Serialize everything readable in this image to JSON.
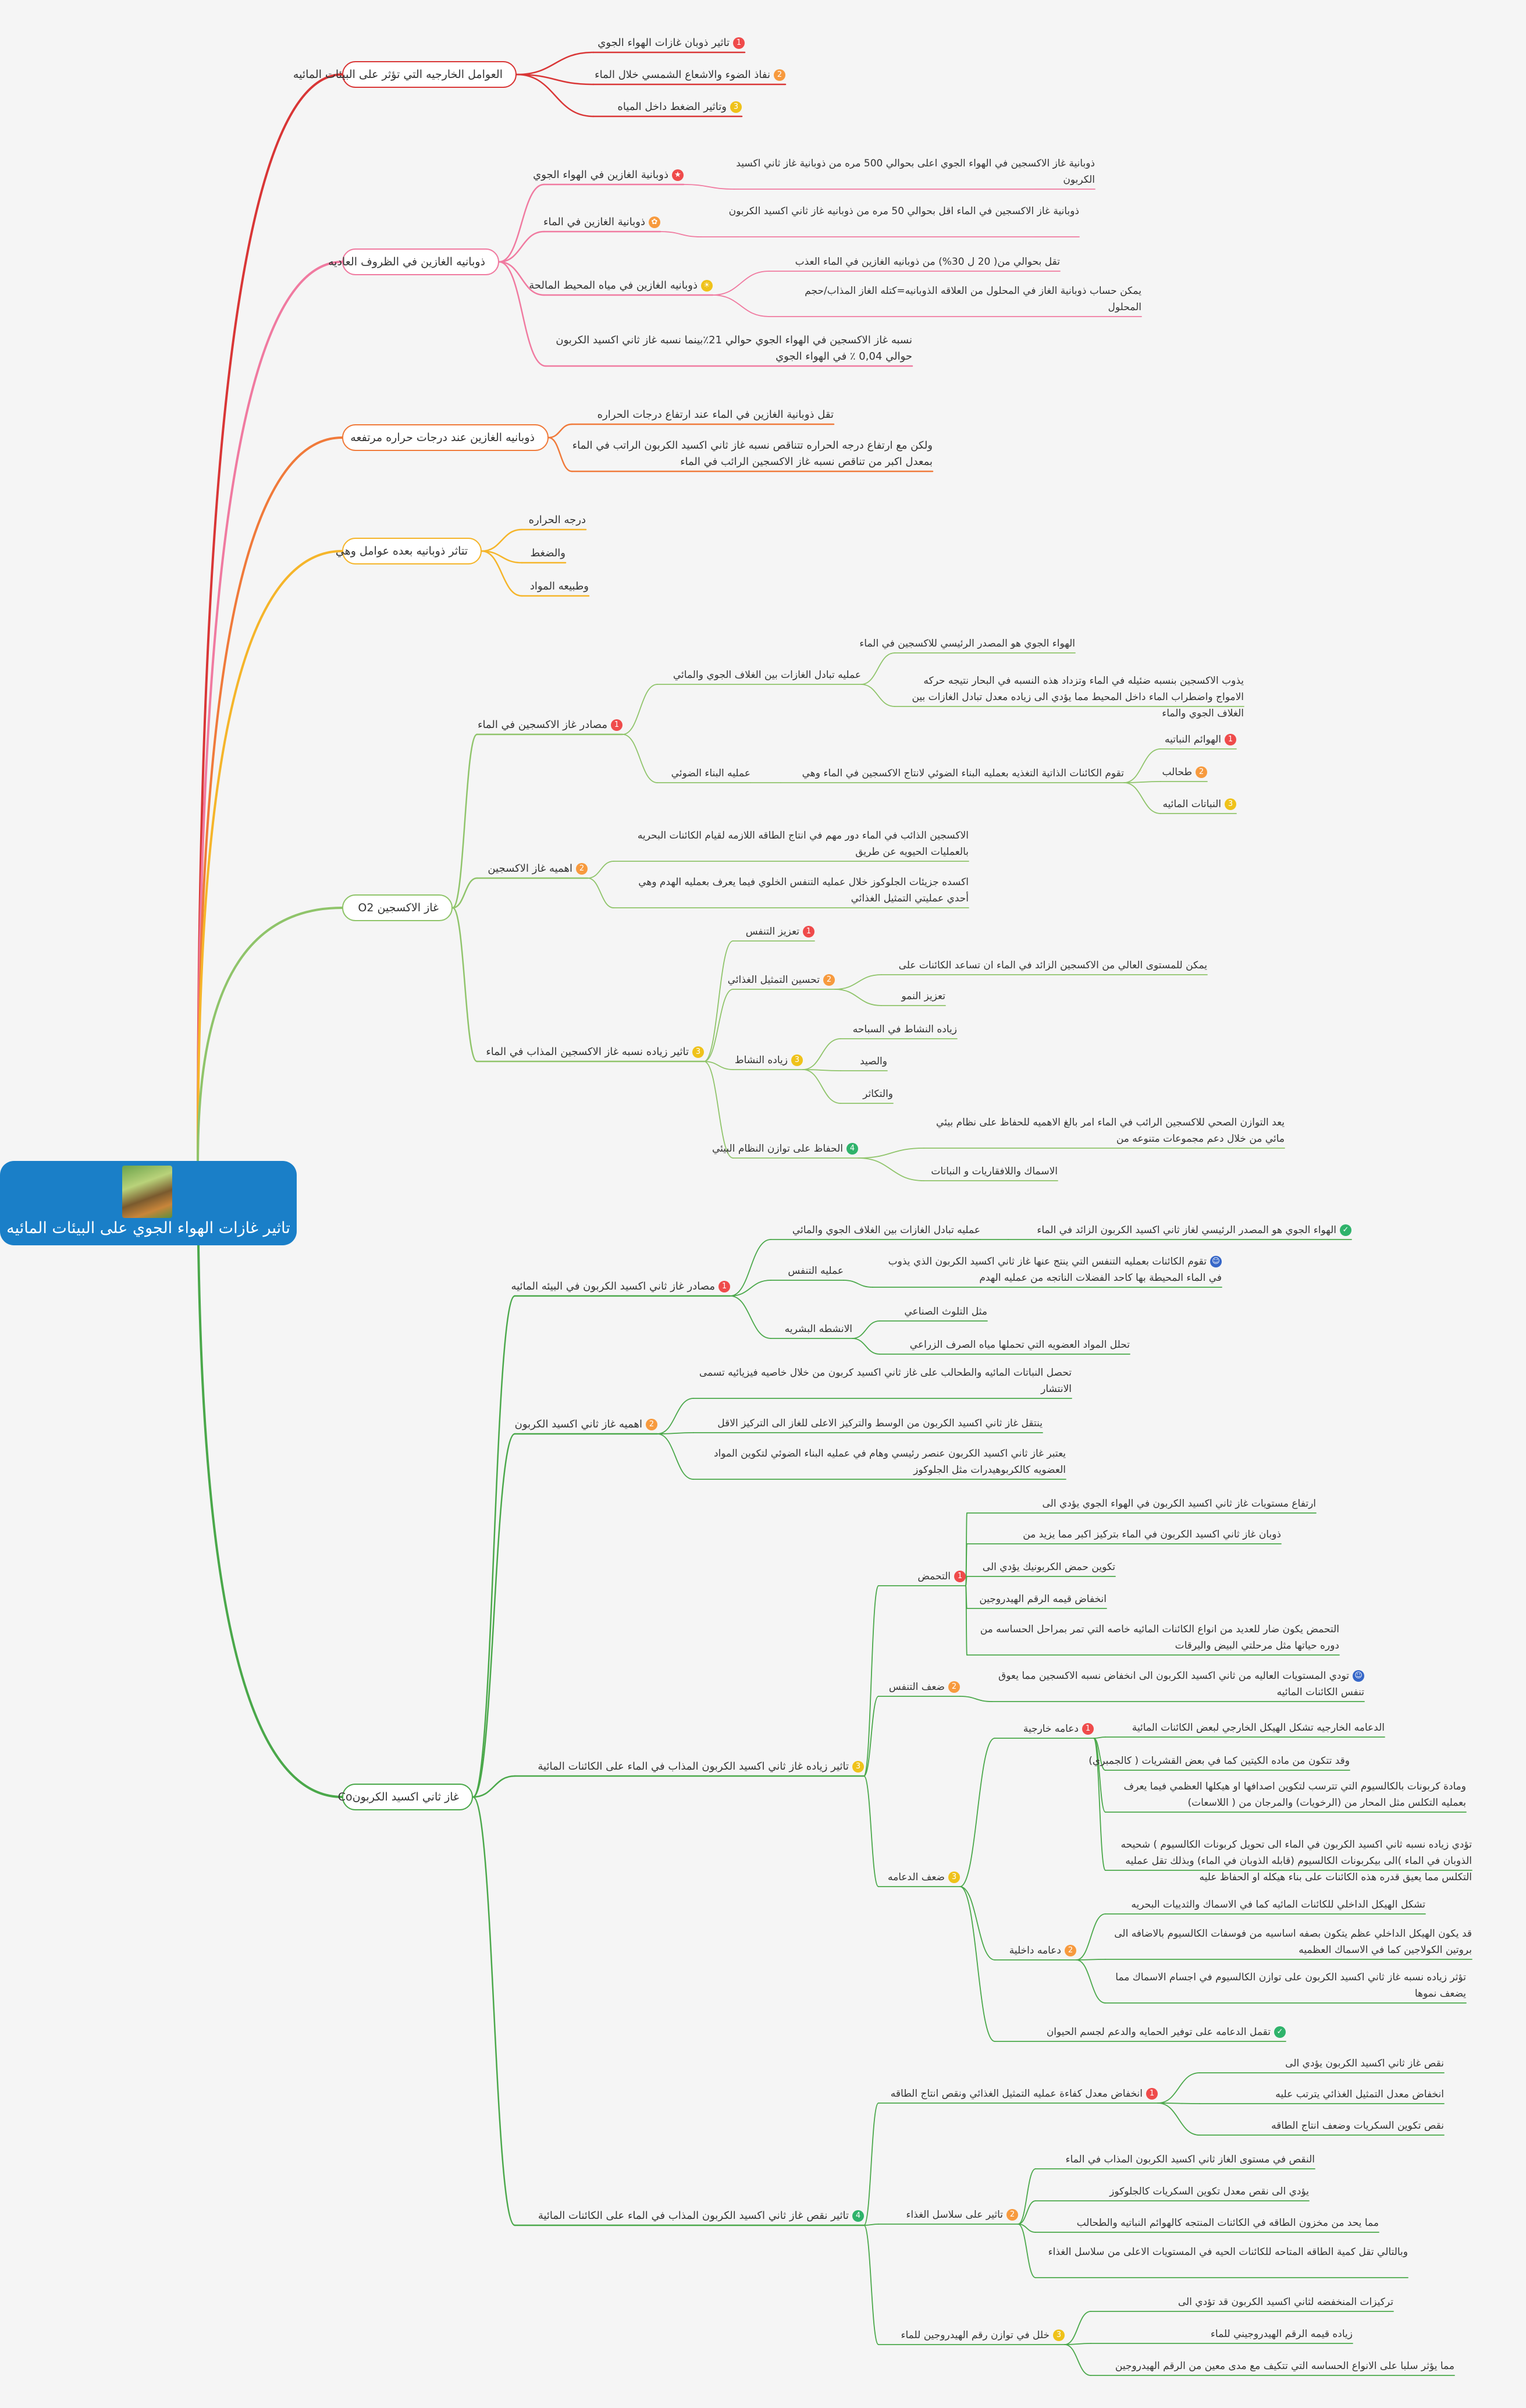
{
  "root": {
    "title": "تاثير غازات الهواء الجوي على البيئات المائيه",
    "image_icon": "butterfly-photo",
    "color": "#1a7fc8"
  },
  "badge_colors": {
    "1": "#ef4b4b",
    "2": "#f79a3e",
    "3": "#efc21a",
    "4": "#2fb36b",
    "star": "#ef4b4b",
    "flower": "#f79a3e",
    "sun": "#efc21a",
    "check": "#2fb36b",
    "person": "#3566c8"
  },
  "branches": [
    {
      "label": "العوامل الخارجيه التي تؤثر على البيئات المائيه",
      "color": "#d93636",
      "children": [
        {
          "badge": "1",
          "label": "تاثير ذوبان غازات الهواء الجوي"
        },
        {
          "badge": "2",
          "label": "نفاذ الضوء والاشعاع الشمسي خلال الماء"
        },
        {
          "badge": "3",
          "label": "وتاثير الضغط داخل المياه"
        }
      ]
    },
    {
      "label": "ذوبانيه الغازين في الظروف العاديه",
      "color": "#f07aa0",
      "children": [
        {
          "badge": "star",
          "label": "ذوبانية الغازين في الهواء الجوي",
          "children": [
            {
              "label": "ذوبانية غاز الاكسجين في الهواء الجوي اعلى بحوالي 500 مره من ذوبانية غاز ثاني اكسيد الكربون"
            }
          ]
        },
        {
          "badge": "flower",
          "label": "ذوبانية الغازين في الماء",
          "children": [
            {
              "label": "ذوبانية غاز الاكسجين في الماء اقل بحوالي 50 مره من ذوبانيه غاز ثاني اكسيد الكربون"
            }
          ]
        },
        {
          "badge": "sun",
          "label": "ذوبانيه الغازين في مياه المحيط المالحة",
          "children": [
            {
              "label": "تقل بحوالي من( 20 ل 30%) من ذوبانيه الغازين في الماء العذب"
            },
            {
              "label": "يمكن حساب ذوبانية الغاز في المحلول من العلاقه الذوبانيه=كتله الغاز المذاب/حجم المحلول"
            }
          ]
        },
        {
          "label": "نسبه غاز الاكسجين في الهواء الجوي حوالي 21٪بينما نسبه غاز ثاني اكسيد الكربون حوالي 0,04 ٪ في الهواء الجوي"
        }
      ]
    },
    {
      "label": "ذوبانيه الغازين عند درجات حراره مرتفعه",
      "color": "#f07a3a",
      "children": [
        {
          "label": "تقل ذوبانية الغازين في الماء عند ارتفاع درجات الحراره"
        },
        {
          "label": "ولكن مع ارتفاع درجه الحراره تتناقص نسبه غاز ثاني اكسيد الكربون الراتب في الماء بمعدل اكبر من تناقص نسبه غاز الاكسجين الرائب في الماء"
        }
      ]
    },
    {
      "label": "تتاثر ذوبانيه بعده عوامل وهي",
      "color": "#f5b52a",
      "children": [
        {
          "label": "درجه الحراره"
        },
        {
          "label": "والضغط"
        },
        {
          "label": "وطبيعه المواد"
        }
      ]
    },
    {
      "label": "غاز الاكسجين O2",
      "color": "#8fc46a",
      "children": [
        {
          "badge": "1",
          "label": "مصادر غاز الاكسجين في الماء",
          "children": [
            {
              "label": "عمليه تبادل الغازات بين الغلاف الجوي والمائي",
              "children": [
                {
                  "label": "الهواء الجوي هو المصدر الرئيسي للاكسجين في الماء"
                },
                {
                  "label": "يذوب الاكسجين بنسبه ضئيله في الماء وتزداد هذه النسبه في البحار نتيجه حركه الامواج واضطراب الماء داخل المحيط مما يؤدي الى زياده معدل تبادل الغازات بين الغلاف الجوي والماء"
                }
              ]
            },
            {
              "label": "عمليه البناء الضوئي",
              "children": [
                {
                  "label": "تقوم الكائنات الذاتية التغذيه بعمليه البناء الضوئي لانتاج الاكسجين في الماء وهي",
                  "children": [
                    {
                      "badge": "1",
                      "label": "الهوائم النباتيه"
                    },
                    {
                      "badge": "2",
                      "label": "طحالب"
                    },
                    {
                      "badge": "3",
                      "label": "النباتات المائيه"
                    }
                  ]
                }
              ]
            }
          ]
        },
        {
          "badge": "2",
          "label": "اهميه غاز الاكسجين",
          "children": [
            {
              "label": "الاكسجين الذائب في الماء دور مهم في انتاج الطاقه اللازمه لقيام الكائنات البحريه بالعمليات الحيويه عن طريق"
            },
            {
              "label": "اكسده جزيئات الجلوكوز خلال عمليه التنفس الخلوي فيما يعرف بعمليه الهدم وهي أحدي عمليتي التمثيل الغذائي"
            }
          ]
        },
        {
          "badge": "3",
          "label": "تاثير زياده نسبه غاز الاكسجين المذاب في الماء",
          "children": [
            {
              "badge": "1",
              "label": "تعزيز التنفس"
            },
            {
              "badge": "2",
              "label": "تحسين التمثيل الغذائي",
              "children": [
                {
                  "label": "يمكن للمستوى العالي من الاكسجين الزائد في الماء ان تساعد الكائنات على"
                },
                {
                  "label": "تعزيز النمو"
                }
              ]
            },
            {
              "badge": "3",
              "label": "زياده النشاط",
              "children": [
                {
                  "label": "زياده النشاط في السباحه"
                },
                {
                  "label": "والصيد"
                },
                {
                  "label": "والتكاثر"
                }
              ]
            },
            {
              "badge": "4",
              "label": "الحفاظ على توازن النظام البيئي",
              "children": [
                {
                  "label": "يعد التوازن الصحي للاكسجين الرائب في الماء امر بالغ الاهميه للحفاظ على نظام بيئي مائي من خلال دعم مجموعات متنوعه من"
                },
                {
                  "label": "الاسماك واللافقاريات و النباتات"
                }
              ]
            }
          ]
        }
      ]
    },
    {
      "label": "غاز ثاني اكسيد الكربونCo",
      "color": "#4aa84a",
      "children": [
        {
          "badge": "1",
          "label": "مصادر غاز ثاني اكسيد الكربون في البيئه المائيه",
          "children": [
            {
              "label": "عمليه تبادل الغازات بين الغلاف الجوي والمائي",
              "children": [
                {
                  "badge": "check",
                  "label": "الهواء الجوي هو المصدر الرئيسي لغاز ثاني اكسيد الكربون الزائد في الماء"
                }
              ]
            },
            {
              "label": "عمليه التنفس",
              "children": [
                {
                  "badge": "person",
                  "label": "تقوم الكائنات بعمليه التنفس التي ينتج عنها غاز ثاني اكسيد الكربون الذي يذوب في الماء المحيطة بها كاحد الفضلات الناتجه من عمليه الهدم"
                }
              ]
            },
            {
              "label": "الانشطه البشريه",
              "children": [
                {
                  "label": "مثل التلوث الصناعي"
                },
                {
                  "label": "تحلل المواد العضويه التي تحملها مياه الصرف الزراعي"
                }
              ]
            }
          ]
        },
        {
          "badge": "2",
          "label": "اهميه غاز ثاني اكسيد الكربون",
          "children": [
            {
              "label": "تحصل النباتات المائيه والطحالب على غاز ثاني اكسيد كربون من خلال خاصيه فيزيائيه تسمى الانتشار"
            },
            {
              "label": "ينتقل غاز ثاني اكسيد الكربون من الوسط والتركيز الاعلى للغاز الى التركيز الاقل"
            },
            {
              "label": "يعتبر غاز ثاني اكسيد الكربون عنصر رئيسي وهام في عمليه البناء الضوئي لتكوين المواد العضويه كالكربوهيدرات مثل الجلوكوز"
            }
          ]
        },
        {
          "badge": "3",
          "label": "تاثير زياده غاز ثاني اكسيد الكربون المذاب في الماء على الكائنات المائية",
          "children": [
            {
              "badge": "1",
              "label": "التحمض",
              "children": [
                {
                  "label": "ارتفاع مستويات غاز ثاني اكسيد الكربون في الهواء الجوي يؤدي الى"
                },
                {
                  "label": "ذوبان غاز ثاني اكسيد الكربون في الماء بتركيز اكبر مما يزيد من"
                },
                {
                  "label": "تكوين حمض الكربونيك يؤدي الى"
                },
                {
                  "label": "انخفاض قيمه الرقم الهيدروجين"
                },
                {
                  "label": "التحمض يكون ضار للعديد من انواع الكائنات المائيه خاصه التي تمر بمراحل الحساسه من دوره حياتها مثل مرحلتي البيض واليرقات"
                }
              ]
            },
            {
              "badge": "2",
              "label": "ضعف التنفس",
              "children": [
                {
                  "badge": "person",
                  "label": "تودي المستويات العاليه من ثاني اكسيد الكربون الى انخفاض نسبه الاكسجين مما يعوق تنفس الكائنات المائيه"
                }
              ]
            },
            {
              "badge": "3",
              "label": "ضعف الدعامه",
              "children": [
                {
                  "badge": "1",
                  "label": "دعامه خارجية",
                  "children": [
                    {
                      "label": "الدعامه الخارجيه تشكل الهيكل الخارجي لبعض الكائنات المائية"
                    },
                    {
                      "label": "وقد تتكون من ماده الكيتين كما في بعض القشريات ( كالجمبري)"
                    },
                    {
                      "label": "ومادة كربونات بالكالسيوم التي تترسب لتكوين اصدافها او هيكلها العظمي فيما يعرف بعمليه التكلس مثل المحار من (الرخويات) والمرجان من ( اللاسعات)"
                    },
                    {
                      "label": "تؤدي زياده نسبه ثاني اكسيد الكربون في الماء الى تحويل كربونات الكالسيوم ) شحيحه الذوبان في الماء )الى بيكربونات الكالسيوم (قابله الذوبان في الماء) وبذلك تقل عمليه التكلس مما يعيق قدره هذه الكائنات على بناء هيكله او الحفاظ عليه"
                    }
                  ]
                },
                {
                  "badge": "2",
                  "label": "دعامه داخلية",
                  "children": [
                    {
                      "label": "تشكل الهيكل الداخلي للكائنات المائيه كما في الاسماك والثدييات البحريه"
                    },
                    {
                      "label": "قد يكون الهيكل الداخلي عظم يتكون بصفه اساسيه من فوسفات الكالسيوم بالاضافه الى بروتين الكولاجين كما في الاسماك العظميه"
                    },
                    {
                      "label": "تؤثر زياده نسبه غاز ثاني اكسيد الكربون على توازن الكالسيوم في اجسام الاسماك مما يضعف نموها"
                    }
                  ]
                },
                {
                  "badge": "check",
                  "label": "تقمل الدعامه على توفير الحمايه والدعم لجسم الحيوان"
                }
              ]
            }
          ]
        },
        {
          "badge": "4",
          "label": "تاثير نقص غاز ثاني اكسيد الكربون المذاب في الماء على الكائنات المائية",
          "children": [
            {
              "badge": "1",
              "label": "انخفاض معدل كفاءة عمليه التمثيل الغذائي ونقص انتاج الطاقه",
              "children": [
                {
                  "label": "نقص غاز ثاني اكسيد الكربون يؤدي الى"
                },
                {
                  "label": "انخفاض معدل التمثيل الغذائي يترتب عليه"
                },
                {
                  "label": "نقص تكوين السكريات وضعف انتاج الطاقه"
                }
              ]
            },
            {
              "badge": "2",
              "label": "تاثير على سلاسل الغذاء",
              "children": [
                {
                  "label": "النقص في مستوى الغاز ثاني اكسيد الكربون المذاب في الماء"
                },
                {
                  "label": "يؤدي الى نقص معدل تكوين السكريات كالجلوكوز"
                },
                {
                  "label": "مما يحد من مخزون الطاقه في الكائنات المنتجه كالهوائم النباتيه والطحالب"
                },
                {
                  "label": "وبالتالي تقل كمية الطاقه المتاحه للكائنات الحيه في المستويات الاعلى من سلاسل الغذاء"
                }
              ]
            },
            {
              "badge": "3",
              "label": "خلل في توازن رقم الهيدروجين للماء",
              "children": [
                {
                  "label": "تركيزات المنخفضه لثاني اكسيد الكربون قد تؤدي الى"
                },
                {
                  "label": "زياده قيمه الرقم الهيدروجيني للماء"
                },
                {
                  "label": "مما يؤثر سلبا على الانواع الحساسه التي تتكيف مع مدى معين من الرقم الهيدروجين"
                }
              ]
            }
          ]
        }
      ]
    }
  ]
}
